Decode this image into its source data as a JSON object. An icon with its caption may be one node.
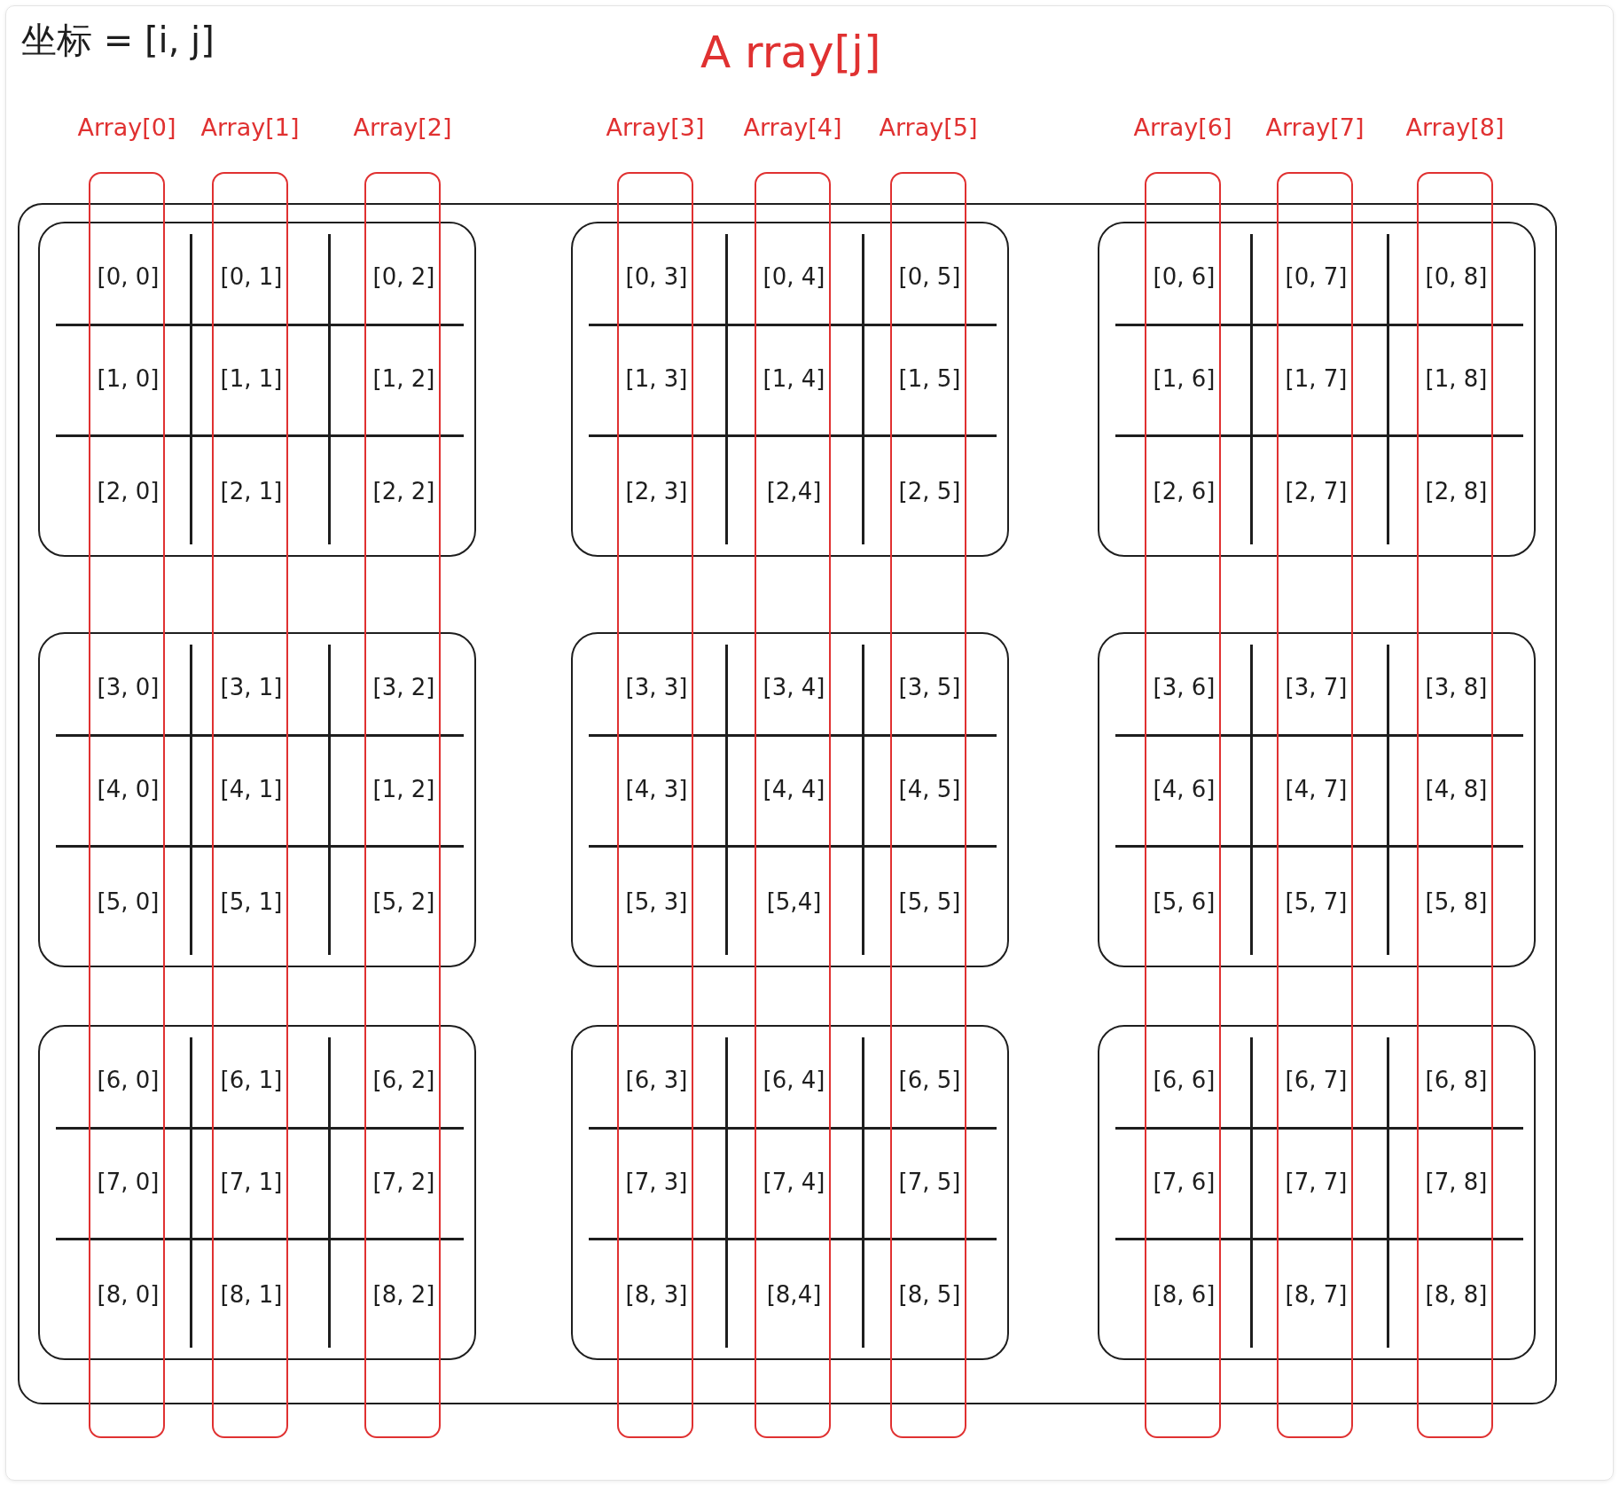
{
  "diagram": {
    "nodes": [
      {
        "text": [],
        "shape": "box"
      },
      {
        "text": [
          "[0, 0]",
          "[0, 1]",
          "[0, 2]",
          "[1, 0]",
          "[1, 1]",
          "[1, 2]",
          "[2, 0]",
          "[2, 1]",
          "[2, 2]"
        ],
        "in": 0
      },
      {
        "text": [
          "[0, 3]",
          "[0, 4]",
          "[0, 5]",
          "[1, 3]",
          "[1, 4]",
          "[1, 5]",
          "[2, 3]",
          "[2,4]",
          "[2, 5]"
        ],
        "in": 0
      },
      {
        "text": [
          "[0, 6]",
          "[0, 7]",
          "[0, 8]",
          "[1, 6]",
          "[1, 7]",
          "[1, 8]",
          "[2, 6]",
          "[2, 7]",
          "[2, 8]"
        ],
        "in": 0
      },
      {
        "text": [
          "[3, 0]",
          "[3, 1]",
          "[3, 2]",
          "[4, 0]",
          "[4, 1]",
          "[1, 2]",
          "[5, 0]",
          "[5, 1]",
          "[5, 2]"
        ],
        "in": 0
      },
      {
        "text": [
          "[3, 3]",
          "[3, 4]",
          "[3, 5]",
          "[4, 3]",
          "[4, 4]",
          "[4, 5]",
          "[5, 3]",
          "[5,4]",
          "[5, 5]"
        ],
        "in": 0
      },
      {
        "text": [
          "[3, 6]",
          "[3, 7]",
          "[3, 8]",
          "[4, 6]",
          "[4, 7]",
          "[4, 8]",
          "[5, 6]",
          "[5, 7]",
          "[5, 8]"
        ],
        "in": 0
      },
      {
        "text": [
          "[6, 0]",
          "[6, 1]",
          "[6, 2]",
          "[7, 0]",
          "[7, 1]",
          "[7, 2]",
          "[8, 0]",
          "[8, 1]",
          "[8, 2]"
        ],
        "in": 0
      },
      {
        "text": [
          "[6, 3]",
          "[6, 4]",
          "[6, 5]",
          "[7, 3]",
          "[7, 4]",
          "[7, 5]",
          "[8, 3]",
          "[8,4]",
          "[8, 5]"
        ],
        "in": 0
      },
      {
        "text": [
          "[6, 6]",
          "[6, 7]",
          "[6, 8]",
          "[7, 6]",
          "[7, 7]",
          "[7, 8]",
          "[8, 6]",
          "[8, 7]",
          "[8, 8]"
        ],
        "in": 0
      }
    ],
    "labels": [
      "坐标 = [i, j]",
      "A rray[j]",
      "Array[0]",
      "Array[1]",
      "Array[2]",
      "Array[3]",
      "Array[4]",
      "Array[5]",
      "Array[6]",
      "Array[7]",
      "Array[8]"
    ]
  }
}
